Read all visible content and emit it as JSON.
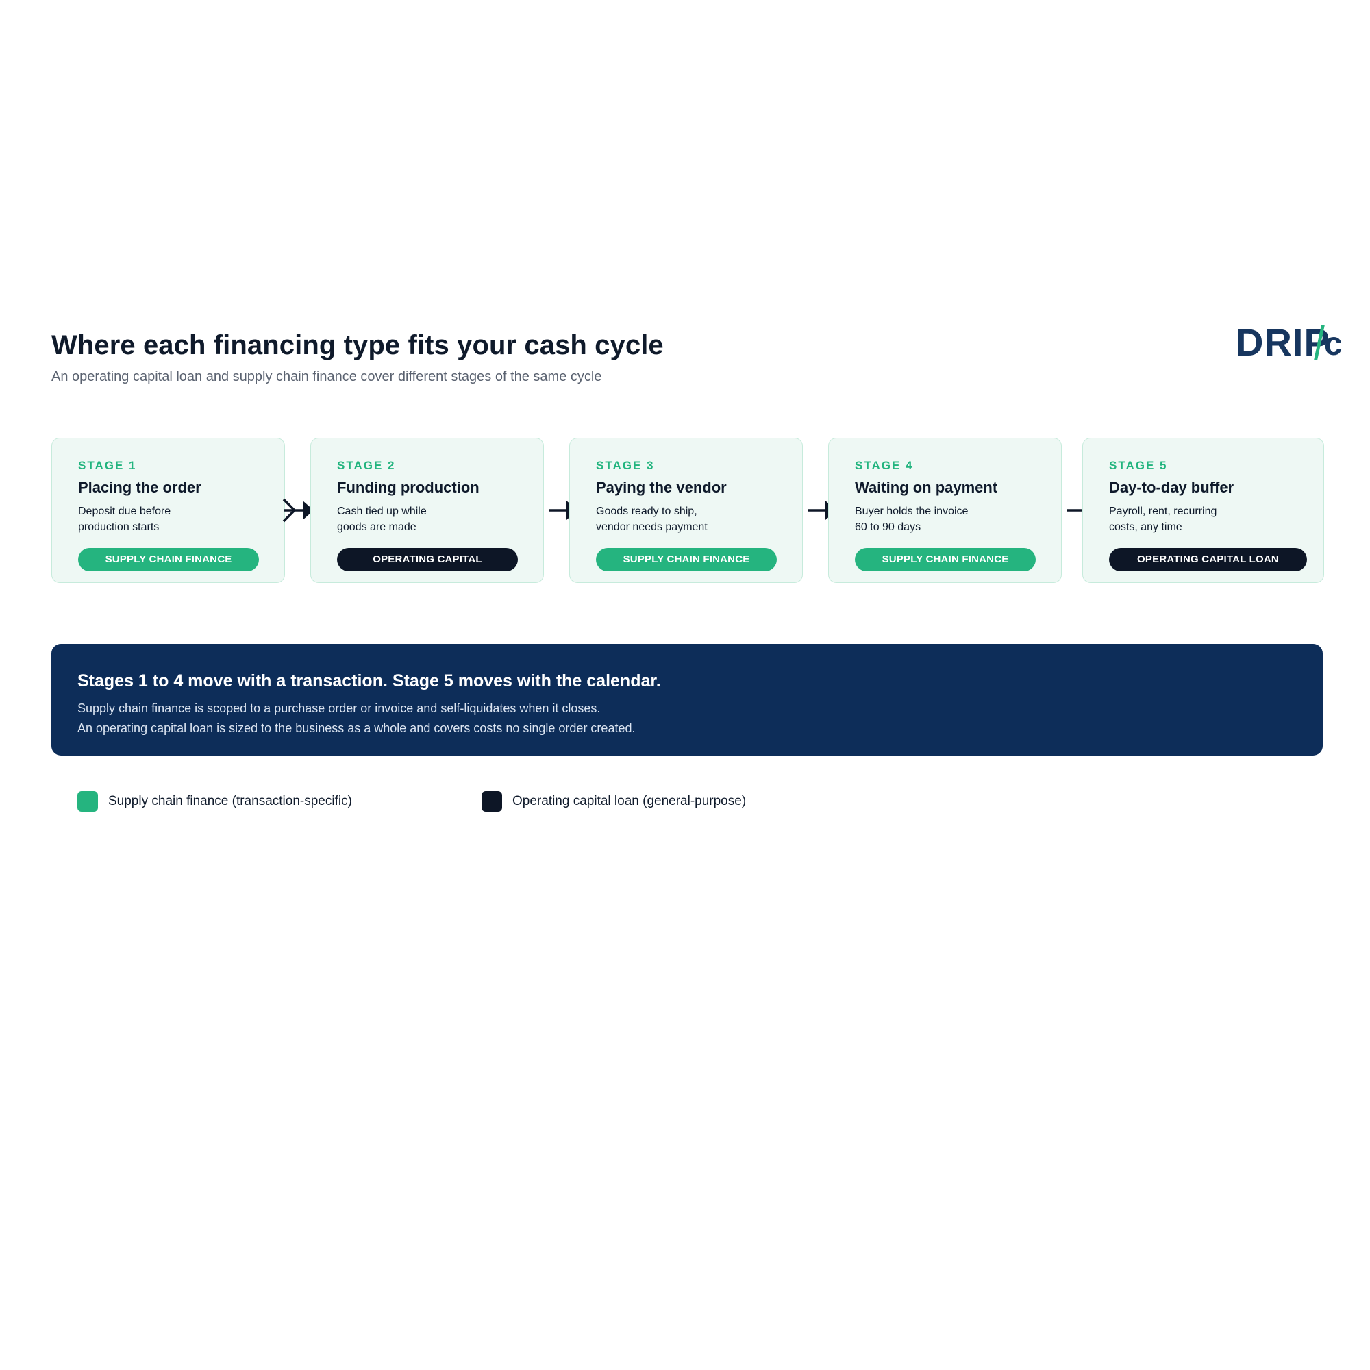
{
  "header": {
    "title": "Where each financing type fits your cash cycle",
    "subtitle": "An operating capital loan and supply chain finance cover different stages of the same cycle",
    "logo_text": "DRIP",
    "logo_suffix": "c"
  },
  "stages": [
    {
      "label": "STAGE 1",
      "title": "Placing the order",
      "desc_line1": "Deposit due before",
      "desc_line2": "production starts",
      "tag": "SUPPLY CHAIN FINANCE",
      "tag_type": "supply"
    },
    {
      "label": "STAGE 2",
      "title": "Funding production",
      "desc_line1": "Cash tied up while",
      "desc_line2": "goods are made",
      "tag": "OPERATING CAPITAL",
      "tag_type": "operating"
    },
    {
      "label": "STAGE 3",
      "title": "Paying the vendor",
      "desc_line1": "Goods ready to ship,",
      "desc_line2": "vendor needs payment",
      "tag": "SUPPLY CHAIN FINANCE",
      "tag_type": "supply"
    },
    {
      "label": "STAGE 4",
      "title": "Waiting on payment",
      "desc_line1": "Buyer holds the invoice",
      "desc_line2": "60 to 90 days",
      "tag": "SUPPLY CHAIN FINANCE",
      "tag_type": "supply"
    },
    {
      "label": "STAGE 5",
      "title": "Day-to-day buffer",
      "desc_line1": "Payroll, rent, recurring",
      "desc_line2": "costs, any time",
      "tag": "OPERATING CAPITAL LOAN",
      "tag_type": "operating"
    }
  ],
  "banner": {
    "title": "Stages 1 to 4 move with a transaction. Stage 5 moves with the calendar.",
    "line1": "Supply chain finance is scoped to a purchase order or invoice and self-liquidates when it closes.",
    "line2": "An operating capital loan is sized to the business as a whole and covers costs no single order created."
  },
  "legend": [
    {
      "label": "Supply chain finance (transaction-specific)",
      "color": "#25b47f"
    },
    {
      "label": "Operating capital loan (general-purpose)",
      "color": "#0d1626"
    }
  ],
  "colors": {
    "accent_green": "#25b47f",
    "navy": "#0d2d59",
    "dark": "#0d1626",
    "card_bg": "#eef8f4",
    "logo": "#17365f"
  },
  "icons": [
    "arrow-right-icon"
  ]
}
